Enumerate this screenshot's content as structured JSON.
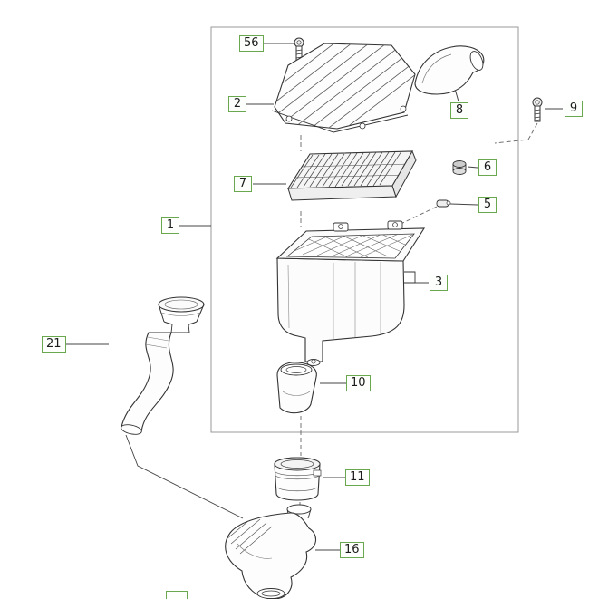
{
  "figure": {
    "type": "exploded-parts-diagram"
  },
  "labels": [
    {
      "text": "56"
    },
    {
      "text": "2"
    },
    {
      "text": "8"
    },
    {
      "text": "9"
    },
    {
      "text": "6"
    },
    {
      "text": "5"
    },
    {
      "text": "7"
    },
    {
      "text": "1"
    },
    {
      "text": "3"
    },
    {
      "text": "21"
    },
    {
      "text": "10"
    },
    {
      "text": "11"
    },
    {
      "text": "16"
    },
    {
      "text": ""
    }
  ],
  "colors": {
    "label_border": "#6aa84f",
    "label_text": "#1c1c1c",
    "part_line": "#333333",
    "leader_line": "#444444",
    "frame_border": "#999999",
    "background": "#ffffff"
  }
}
